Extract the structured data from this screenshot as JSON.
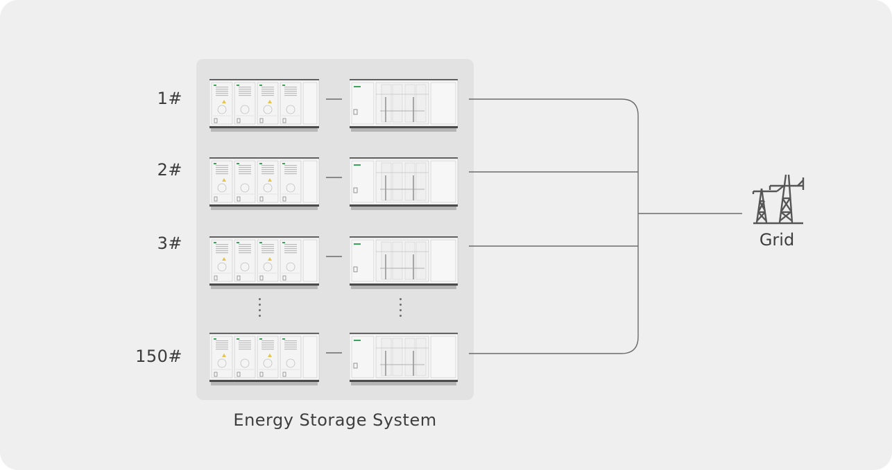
{
  "rows": [
    {
      "label": "1#"
    },
    {
      "label": "2#"
    },
    {
      "label": "3#"
    },
    {
      "label": "150#"
    }
  ],
  "caption": "Energy Storage System",
  "grid_label": "Grid",
  "colors": {
    "background": "#efefef",
    "panel": "#e2e2e2",
    "line": "#6b6b6b",
    "cabinet": "#f8f8f8",
    "accent": "#3aa35a"
  },
  "icons": {
    "battery_cabinet": "battery-cabinet-icon",
    "pcs_container": "pcs-container-icon",
    "grid": "transmission-tower-icon"
  }
}
